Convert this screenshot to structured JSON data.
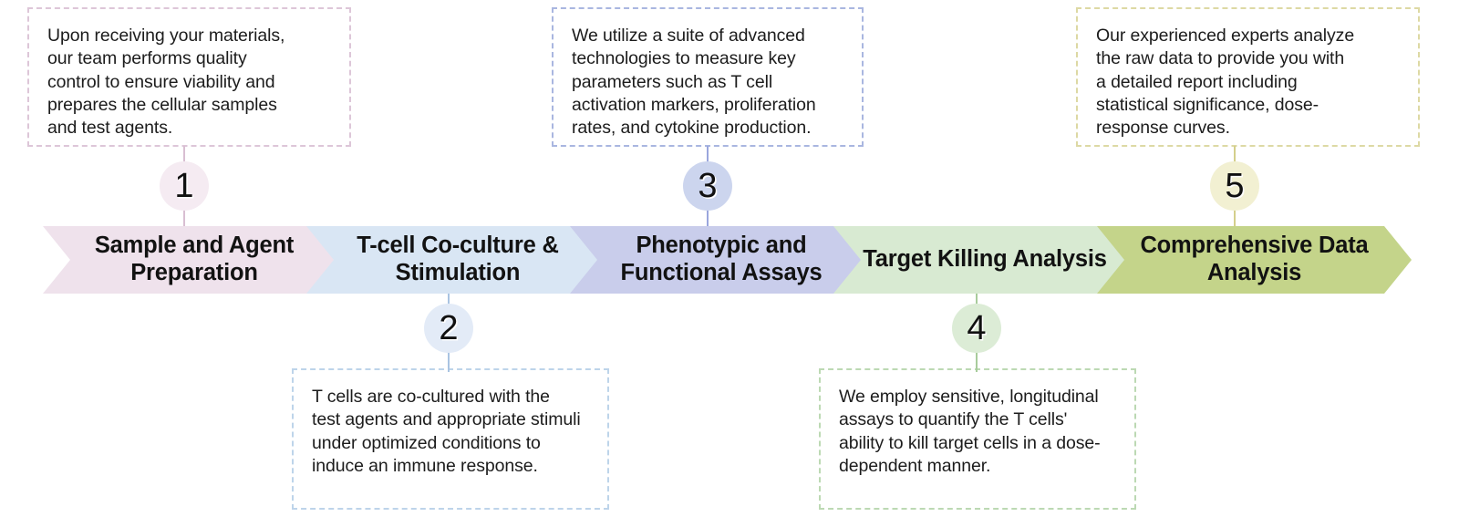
{
  "diagram": {
    "title": "T-cell assay service workflow",
    "orientation": "horizontal-chevron-process",
    "step_count": 5
  },
  "steps": [
    {
      "number": "1",
      "stage_label": "Sample and Agent\nPreparation",
      "description": " Upon receiving your materials, our team performs quality control to ensure viability and prepares the cellular samples and test agents.",
      "description_lines": " Upon receiving your materials,\nour team performs quality\ncontrol to ensure viability and\nprepares the cellular samples\nand test agents.",
      "position": "above",
      "chevron_color": "#efe2ec",
      "circle_color": "#f5ebf2",
      "accent_color": "#d9bfd2",
      "box_border_color": "#ddc6d8"
    },
    {
      "number": "2",
      "stage_label": "T-cell Co-culture &\nStimulation",
      "description": " T cells are co-cultured with the test agents and appropriate stimuli under optimized conditions to induce an immune response.",
      "description_lines": " T cells are co-cultured with the\ntest agents and appropriate stimuli\nunder optimized conditions to\ninduce an immune response.",
      "position": "below",
      "chevron_color": "#d9e6f4",
      "circle_color": "#e3ebf7",
      "accent_color": "#aac4e2",
      "box_border_color": "#bdd4ea"
    },
    {
      "number": "3",
      "stage_label": "Phenotypic and\nFunctional Assays",
      "description": "We utilize a suite of advanced technologies to measure key parameters such as T cell activation markers, proliferation rates, and cytokine production.",
      "description_lines": "We utilize a suite of advanced\ntechnologies to measure key\nparameters such as T cell\nactivation markers, proliferation\nrates, and cytokine production.",
      "position": "above",
      "chevron_color": "#c9cdeb",
      "circle_color": "#ccd5ee",
      "accent_color": "#9aa6dd",
      "box_border_color": "#a9b6e0"
    },
    {
      "number": "4",
      "stage_label": "Target Killing\nAnalysis",
      "description": "We employ sensitive, longitudinal assays to quantify the T cells' ability to kill target cells in a dose-dependent manner.",
      "description_lines": "We employ sensitive, longitudinal\nassays to quantify the T cells'\nability to kill target cells in a dose-\ndependent manner.",
      "position": "below",
      "chevron_color": "#d8ead2",
      "circle_color": "#dcecd6",
      "accent_color": "#a8cc9c",
      "box_border_color": "#bcd9b3"
    },
    {
      "number": "5",
      "stage_label": "Comprehensive\nData Analysis",
      "description": "Our experienced experts analyze the raw data to provide you with a detailed report including statistical significance, dose-response curves.",
      "description_lines": "Our experienced experts analyze\nthe raw data to provide you with\na detailed report including\nstatistical significance, dose-\nresponse curves.",
      "position": "above",
      "chevron_color": "#c4d48a",
      "circle_color": "#f2f0d2",
      "accent_color": "#d4cf8b",
      "box_border_color": "#ddd9a4"
    }
  ],
  "palette": {
    "background": "#ffffff",
    "text": "#1a1a1a"
  }
}
